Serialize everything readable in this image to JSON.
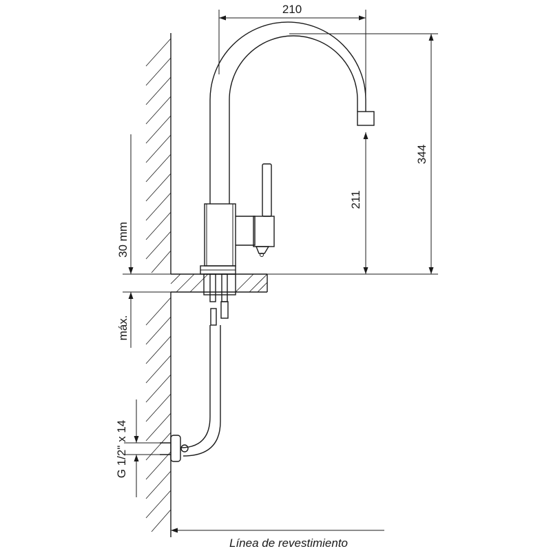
{
  "dimensions": {
    "width_top": "210",
    "height_total": "344",
    "height_spout": "211",
    "max_thickness": "30 mm",
    "max_label": "máx.",
    "connection": "G 1/2\" x 14"
  },
  "caption": "Línea de revestimiento"
}
